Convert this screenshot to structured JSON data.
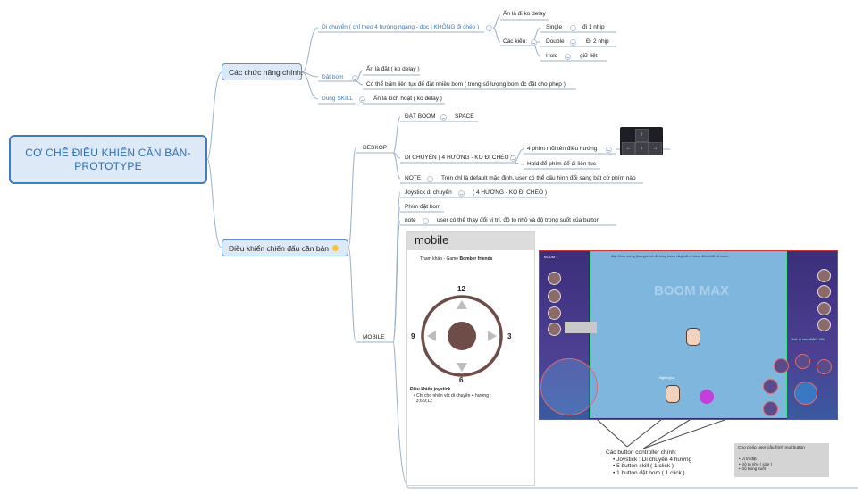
{
  "root": {
    "title_line1": "CƠ CHẾ ĐIỀU KHIỂN CĂN BẢN-",
    "title_line2": "PROTOTYPE"
  },
  "branch_main": {
    "label": "Các chức năng chính:",
    "move": {
      "label": "Di chuyển ( chỉ theo 4 hướng ngang - dọc | KHÔNG đi chéo )",
      "press_label": "Ấn là đi ko delay",
      "types_label": "Các kiểu:",
      "types": [
        {
          "name": "Single",
          "desc": "đi 1 nhịp"
        },
        {
          "name": "Double",
          "desc": "Đi 2 nhịp"
        },
        {
          "name": "Hold",
          "desc": "giữ liệt"
        }
      ]
    },
    "bomb": {
      "label": "Đặt bom",
      "items": [
        "Ấn là đặt ( ko delay )",
        "Có thể bấm liên tục để đặt nhiều bom ( trong số lượng bom đc đặt cho phép )"
      ]
    },
    "skill": {
      "label": "Dùng SKILL",
      "desc": "Ấn là kích hoạt ( ko delay )"
    }
  },
  "branch_combat": {
    "label": "Điều khiển chiến đấu căn bản",
    "desktop": {
      "label": "DESKOP",
      "bomb_label": "ĐẶT BOOM",
      "bomb_key": "SPACE",
      "move_label": "DI CHUYỂN ( 4 HƯỚNG - KO ĐI CHÉO )",
      "move_items": [
        "4 phím mũi tên điều hướng",
        "Hold để phím để đi liên tục"
      ],
      "note_label": "NOTE",
      "note_text": "Trên chỉ là default mặc định, user có thể cấu hình đổi sang bất cứ phím nào"
    },
    "mobile": {
      "label": "MOBILE",
      "joystick_label": "Joystick di chuyển",
      "joystick_desc": "( 4 HƯỚNG - KO ĐI CHÉO )",
      "bomb_label": "Phím đặt bom",
      "note_label": "note",
      "note_text": "user có thể thay đổi vị trí, độ to nhỏ và độ trong suốt của button",
      "card": {
        "title": "mobile",
        "ref_prefix": "Tham khảo - Game",
        "ref_game": "Bomber friends",
        "dial": {
          "top": "12",
          "right": "3",
          "bottom": "6",
          "left": "9"
        },
        "caption_title": "Điều khiển joystick",
        "caption_item": "Chỉ cho nhân vật di chuyển 4 hướng :",
        "caption_item2": "3;6;9;12"
      },
      "game": {
        "hud_left": "BOOM 1",
        "banner": "đây: Chúc mừng Quangnhlinh đã trúng boom rằng bẩn ở được điều khiển tit boom",
        "logo": "BOOM MAX",
        "player_name": "Nghingho",
        "hud_right": "Thời: Ai vào: WWG: 000"
      },
      "controller_caption": {
        "title": "Các button controller chính:",
        "items": [
          "Joystick : Di chuyển 4 hướng",
          "5 button skill ( 1 click )",
          "1 button đặt bom ( 1 click )"
        ]
      },
      "config_note": {
        "title": "Cho phép user cấu hình mọi button",
        "items": [
          "Vị trí đặt",
          "Độ to nhỏ ( size )",
          "Độ trong suốt"
        ]
      }
    }
  },
  "colors": {
    "accent": "#3f7dc1",
    "branch_fill": "#dde9f6",
    "game_green": "#3fe08a",
    "game_red": "#c8373a"
  },
  "icons": [
    "lightbulb-icon",
    "arrow-keys-icon",
    "joystick-icon",
    "collapse-toggle-icon"
  ]
}
